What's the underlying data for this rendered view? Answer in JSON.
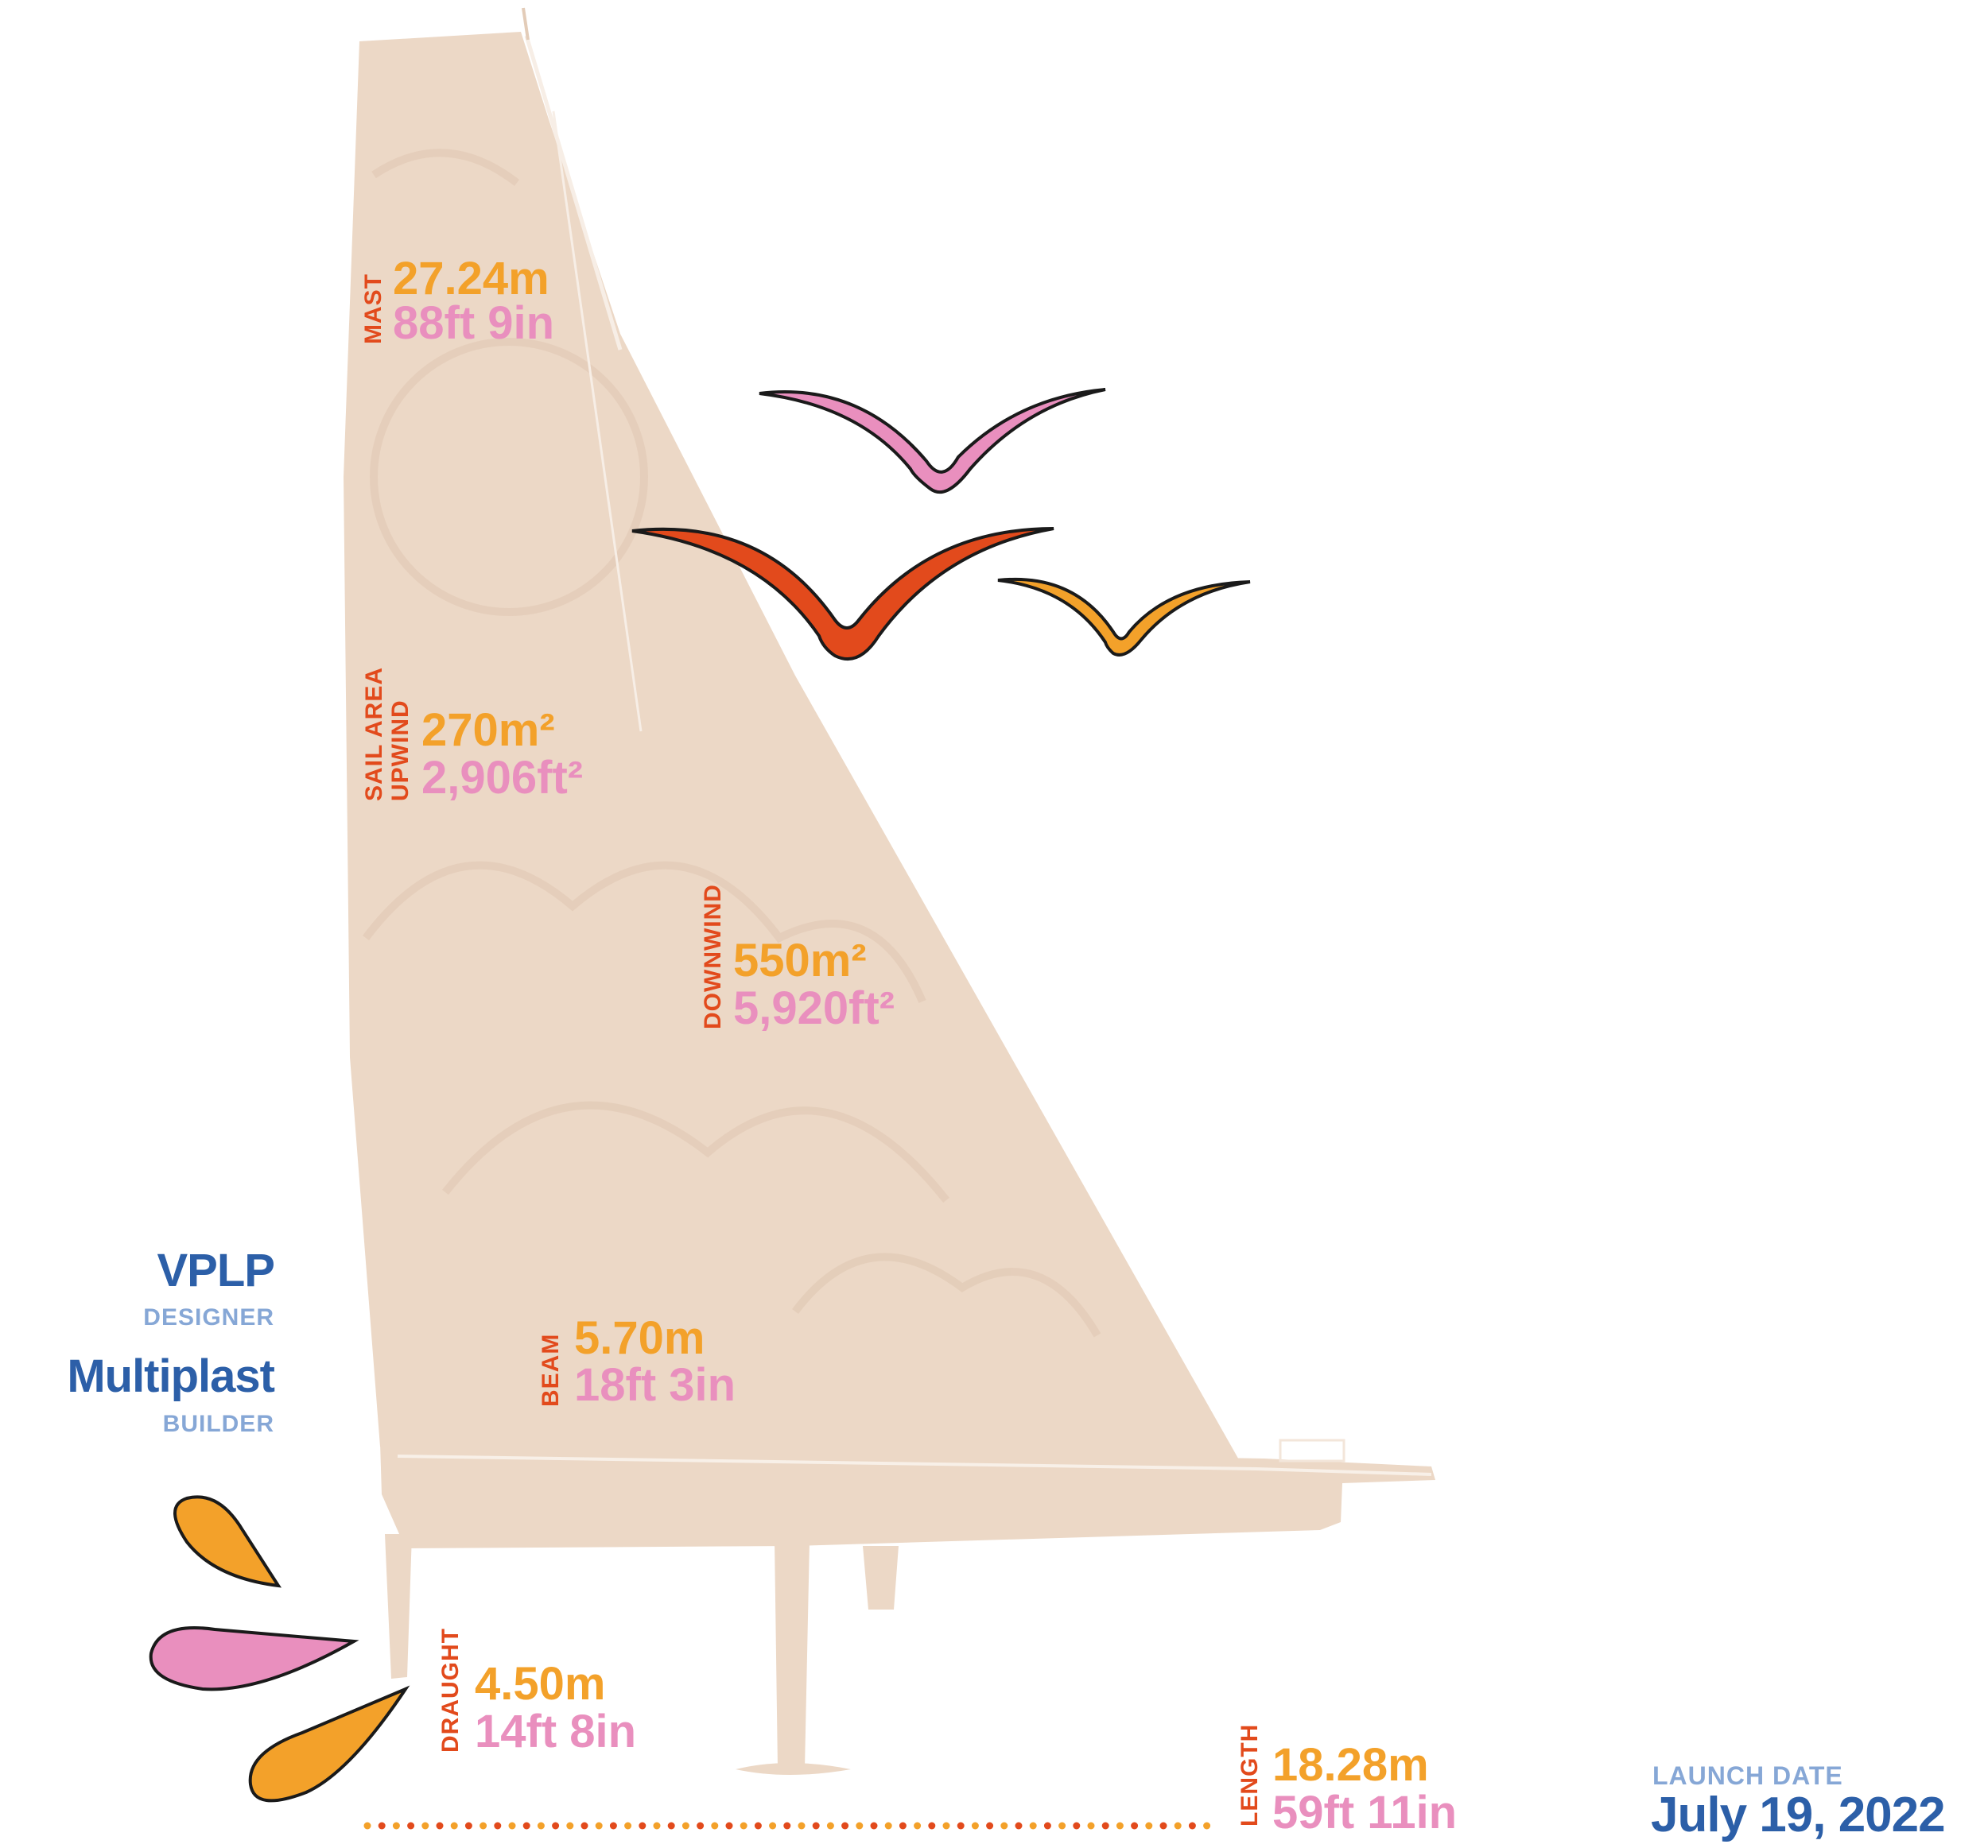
{
  "colors": {
    "sail": "#ecd8c6",
    "label": "#e24a1c",
    "metric": "#f3a12a",
    "imperial": "#e98fbe",
    "credit_name": "#2c5fa8",
    "credit_role": "#86a7d6"
  },
  "specs": {
    "mast": {
      "label": "MAST",
      "metric": "27.24m",
      "imperial": "88ft 9in"
    },
    "sail_upwind": {
      "label_line1": "SAIL AREA",
      "label_line2": "UPWIND",
      "metric": "270m²",
      "imperial": "2,906ft²"
    },
    "sail_downwind": {
      "label": "DOWNWIND",
      "metric": "550m²",
      "imperial": "5,920ft²"
    },
    "beam": {
      "label": "BEAM",
      "metric": "5.70m",
      "imperial": "18ft 3in"
    },
    "draught": {
      "label": "DRAUGHT",
      "metric": "4.50m",
      "imperial": "14ft 8in"
    },
    "length": {
      "label": "LENGTH",
      "metric": "18.28m",
      "imperial": "59ft 11in"
    }
  },
  "credits": {
    "designer": {
      "name": "VPLP",
      "role": "DESIGNER"
    },
    "builder": {
      "name": "Multiplast",
      "role": "BUILDER"
    }
  },
  "launch": {
    "label": "LAUNCH DATE",
    "date": "July 19, 2022"
  },
  "decorations": [
    "seagull-icon",
    "seagull-icon",
    "seagull-icon",
    "water-splash-drops",
    "length-dotted-line"
  ]
}
